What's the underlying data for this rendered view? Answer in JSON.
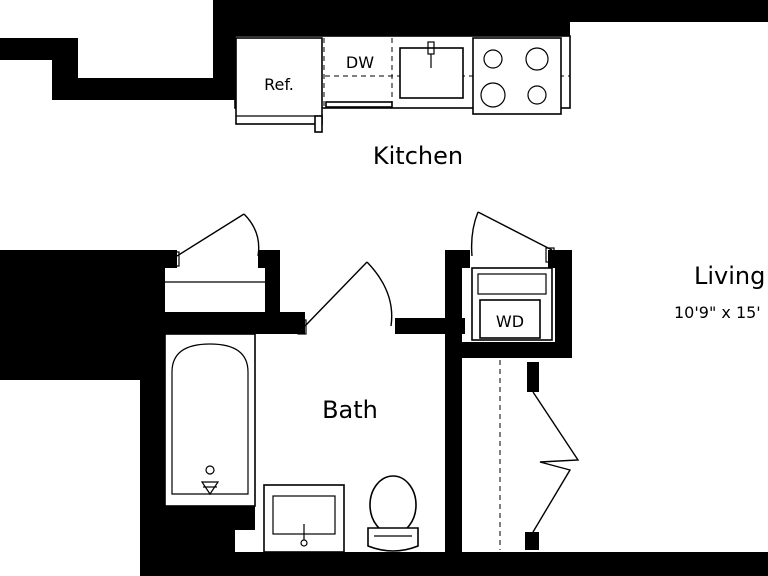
{
  "rooms": {
    "kitchen": {
      "label": "Kitchen"
    },
    "bath": {
      "label": "Bath"
    },
    "living": {
      "label": "Living",
      "dimensions": "10'9\" x 15'"
    }
  },
  "fixtures": {
    "refrigerator": "Ref.",
    "dishwasher": "DW",
    "washer_dryer": "WD"
  }
}
